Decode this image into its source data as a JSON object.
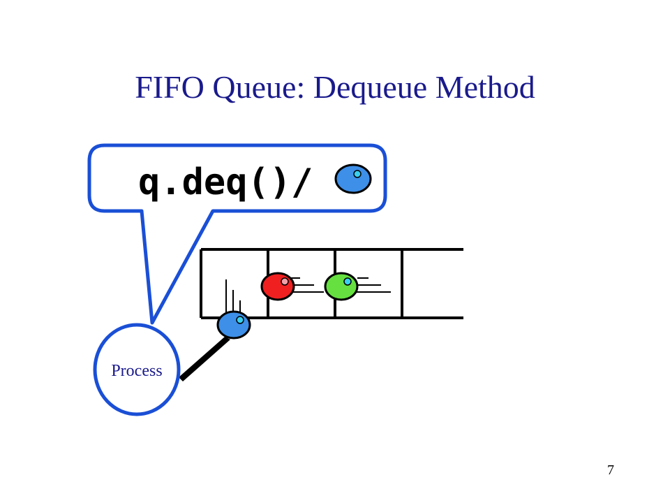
{
  "title": "FIFO Queue: Dequeue Method",
  "callout": {
    "code_text": "q.deq()/"
  },
  "process": {
    "label": "Process"
  },
  "page_number": "7",
  "colors": {
    "title": "#1a1a8c",
    "outline": "#1a4fd6",
    "ball_blue": "#3d8fe8",
    "ball_red": "#f02020",
    "ball_green": "#66e040",
    "highlight_cyan": "#38d0f0",
    "highlight_pink": "#f0a0a8"
  },
  "icons": [
    "blue-item-ball-icon",
    "red-item-ball-icon",
    "green-item-ball-icon"
  ]
}
